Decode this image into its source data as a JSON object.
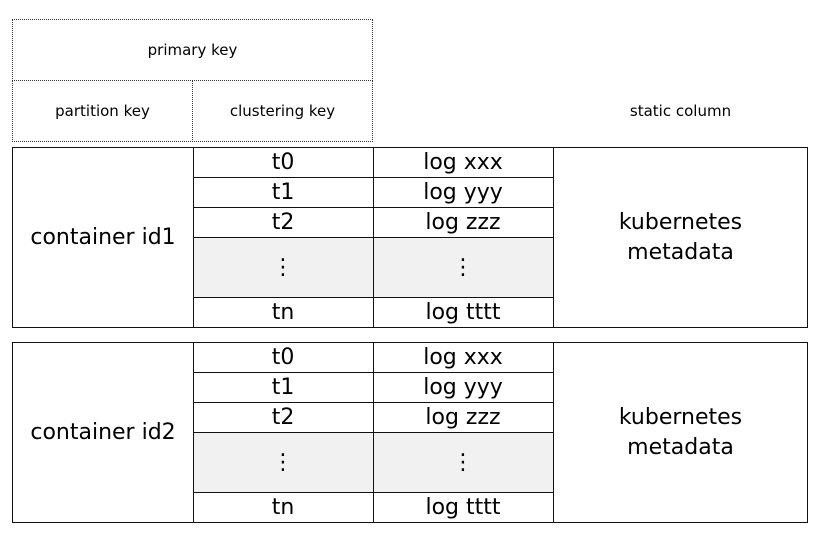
{
  "header": {
    "primary_key": "primary key",
    "partition_key": "partition key",
    "clustering_key": "clustering key",
    "static_column": "static column"
  },
  "blocks": [
    {
      "partition": "container id1",
      "rows": [
        {
          "key": "t0",
          "value": "log xxx"
        },
        {
          "key": "t1",
          "value": "log yyy"
        },
        {
          "key": "t2",
          "value": "log zzz"
        }
      ],
      "ellipsis": {
        "key": "⋮",
        "value": "⋮"
      },
      "last_row": {
        "key": "tn",
        "value": "log tttt"
      },
      "static_lines": [
        "kubernetes",
        "metadata"
      ]
    },
    {
      "partition": "container id2",
      "rows": [
        {
          "key": "t0",
          "value": "log xxx"
        },
        {
          "key": "t1",
          "value": "log yyy"
        },
        {
          "key": "t2",
          "value": "log zzz"
        }
      ],
      "ellipsis": {
        "key": "⋮",
        "value": "⋮"
      },
      "last_row": {
        "key": "tn",
        "value": "log tttt"
      },
      "static_lines": [
        "kubernetes",
        "metadata"
      ]
    }
  ]
}
